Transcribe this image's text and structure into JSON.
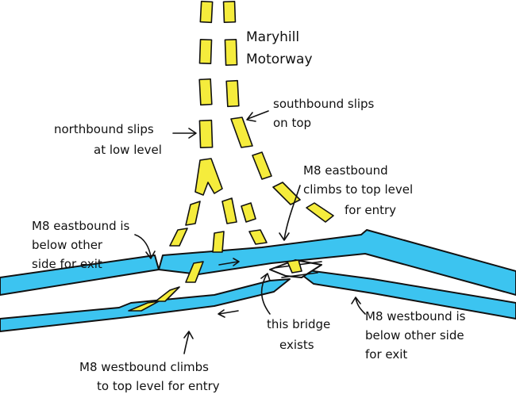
{
  "colors": {
    "road": "#3cc4f0",
    "slip": "#f5ec3c",
    "ink": "#111111"
  },
  "labels": {
    "maryhill_1": "Maryhill",
    "maryhill_2": "Motorway",
    "southbound_1": "southbound slips",
    "southbound_2": "on top",
    "northbound_1": "northbound slips",
    "northbound_2": "at low level",
    "m8east_climbs_1": "M8 eastbound",
    "m8east_climbs_2": "climbs to top level",
    "m8east_climbs_3": "for entry",
    "m8east_below_1": "M8 eastbound is",
    "m8east_below_2": "below other",
    "m8east_below_3": "side for exit",
    "bridge_1": "this bridge",
    "bridge_2": "exists",
    "m8west_below_1": "M8 westbound is",
    "m8west_below_2": "below other side",
    "m8west_below_3": "for exit",
    "m8west_climbs_1": "M8 westbound climbs",
    "m8west_climbs_2": "to top level for entry"
  }
}
